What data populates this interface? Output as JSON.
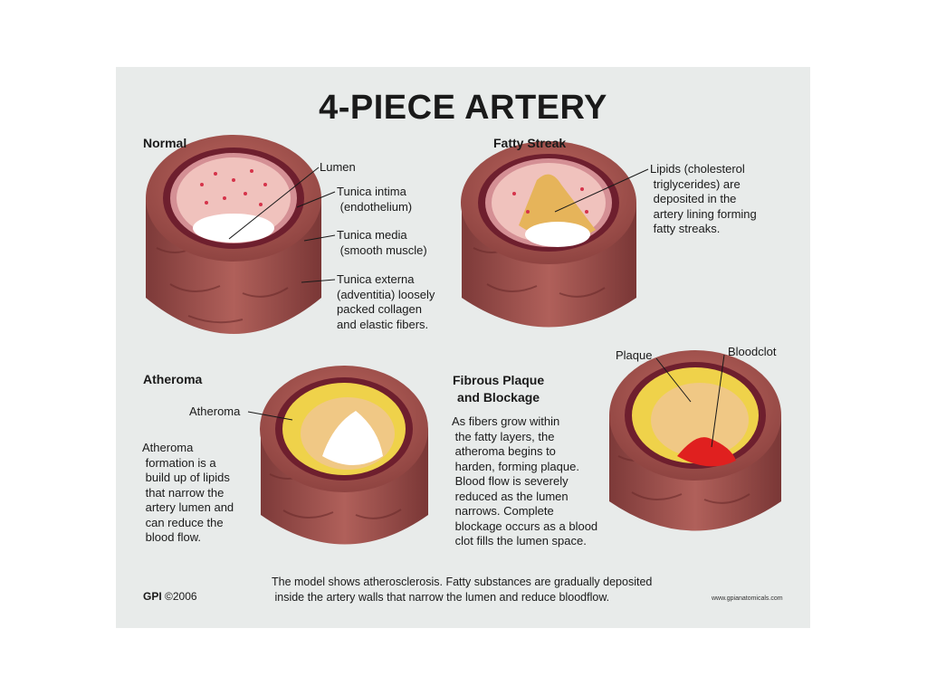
{
  "title": "4-PIECE ARTERY",
  "panels": {
    "normal": {
      "heading": "Normal",
      "labels": {
        "lumen": "Lumen",
        "intima": "Tunica intima\n (endothelium)",
        "media": "Tunica media\n (smooth muscle)",
        "externa": "Tunica externa\n(adventitia) loosely\npacked collagen\nand elastic fibers."
      }
    },
    "fatty_streak": {
      "heading": "Fatty Streak",
      "labels": {
        "lipids": "Lipids (cholesterol\n triglycerides) are\n deposited in the\n artery lining forming\n fatty streaks."
      }
    },
    "atheroma": {
      "heading": "Atheroma",
      "labels": {
        "atheroma": "Atheroma",
        "description": "Atheroma\n formation is a\n build up of lipids\n that narrow the\n artery lumen and\n can reduce the\n blood flow."
      }
    },
    "fibrous_plaque": {
      "heading": "Fibrous Plaque\nand Blockage",
      "labels": {
        "plaque": "Plaque",
        "bloodclot": "Bloodclot",
        "description": "As fibers grow within\n the fatty layers, the\n atheroma begins to\n harden, forming plaque.\n Blood flow is severely\n reduced as the lumen\n narrows. Complete\n blockage occurs as a blood\n clot fills the lumen space."
      }
    }
  },
  "footer": {
    "brand": "GPI",
    "copyright": "©2006",
    "note": "The model shows atherosclerosis. Fatty substances are gradually deposited\n inside the artery walls that narrow the lumen and reduce bloodflow.",
    "website": "www.gpianatomicals.com"
  },
  "colors": {
    "background": "#e8ebea",
    "outer_wall": "#a8554f",
    "media_band": "#6e1f2e",
    "intima": "#f0c2bd",
    "fat": "#e6b45a",
    "plaque_yellow": "#efd24a",
    "clot": "#e0201f"
  }
}
